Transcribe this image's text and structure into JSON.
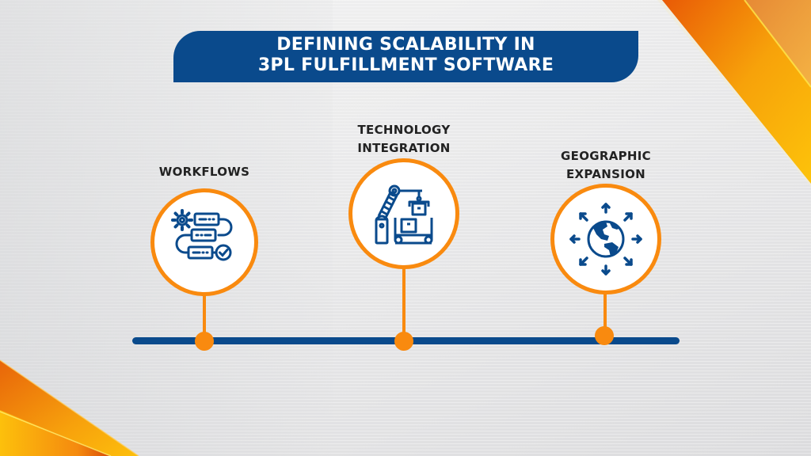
{
  "title": {
    "line1": "DEFINING SCALABILITY IN",
    "line2": "3PL FULFILLMENT SOFTWARE"
  },
  "colors": {
    "primary_blue": "#0a4a8c",
    "accent_orange": "#f98a0f",
    "background": "#ececed"
  },
  "steps": [
    {
      "label": "WORKFLOWS",
      "icon": "workflow-icon"
    },
    {
      "label_line1": "TECHNOLOGY",
      "label_line2": "INTEGRATION",
      "icon": "robotic-arm-icon"
    },
    {
      "label_line1": "GEOGRAPHIC",
      "label_line2": "EXPANSION",
      "icon": "globe-expansion-icon"
    }
  ]
}
